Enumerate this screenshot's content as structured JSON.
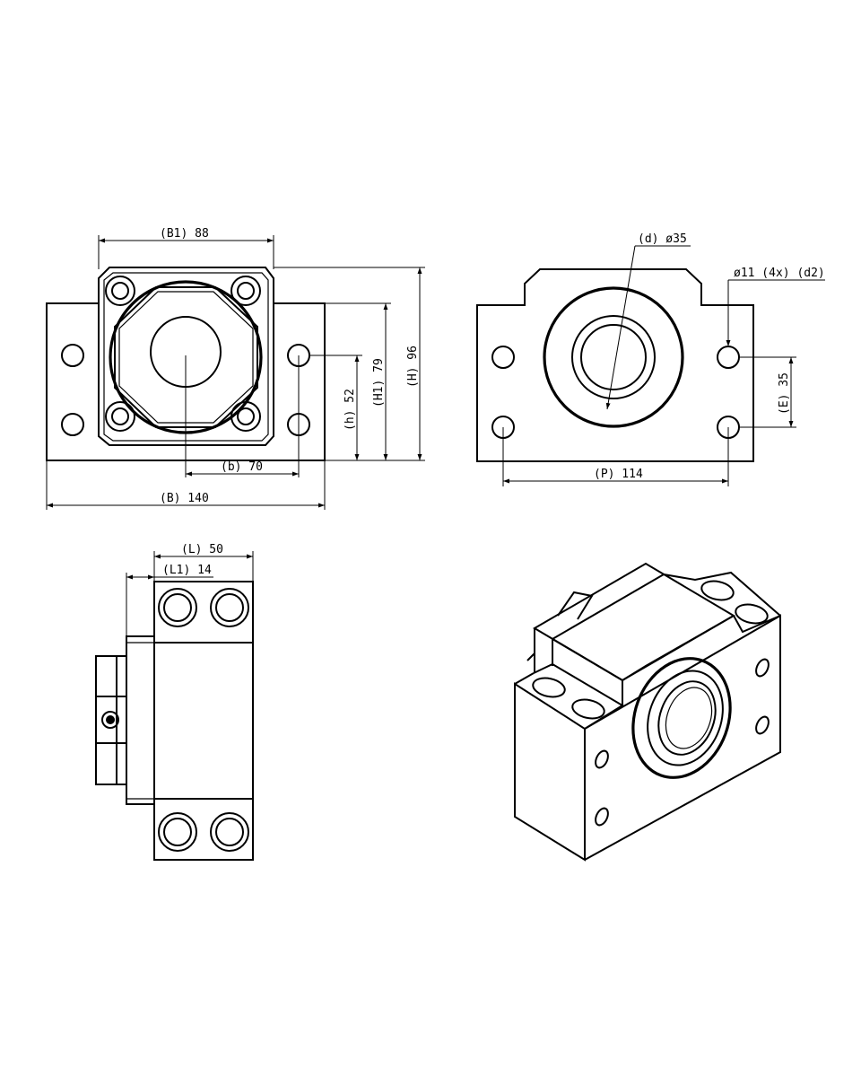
{
  "front_view": {
    "b1_label": "(B1) 88",
    "b_label": "(B) 140",
    "small_b_label": "(b) 70",
    "h_label": "(H) 96",
    "h1_label": "(H1) 79",
    "small_h_label": "(h) 52"
  },
  "rear_view": {
    "d_label": "(d) ø35",
    "d2_label": "ø11 (4x) (d2)",
    "e_label": "(E) 35",
    "p_label": "(P) 114"
  },
  "side_view": {
    "l_label": "(L) 50",
    "l1_label": "(L1) 14"
  }
}
